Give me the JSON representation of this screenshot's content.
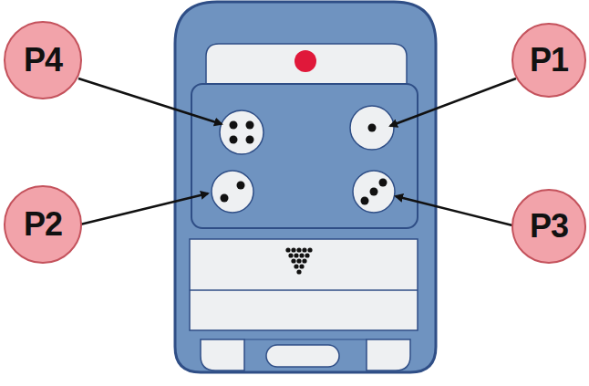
{
  "diagram": {
    "nodes": [
      {
        "text": [
          "P4"
        ]
      },
      {
        "text": [
          "P1"
        ]
      },
      {
        "text": [
          "P2"
        ]
      },
      {
        "text": [
          "P3"
        ]
      }
    ]
  }
}
